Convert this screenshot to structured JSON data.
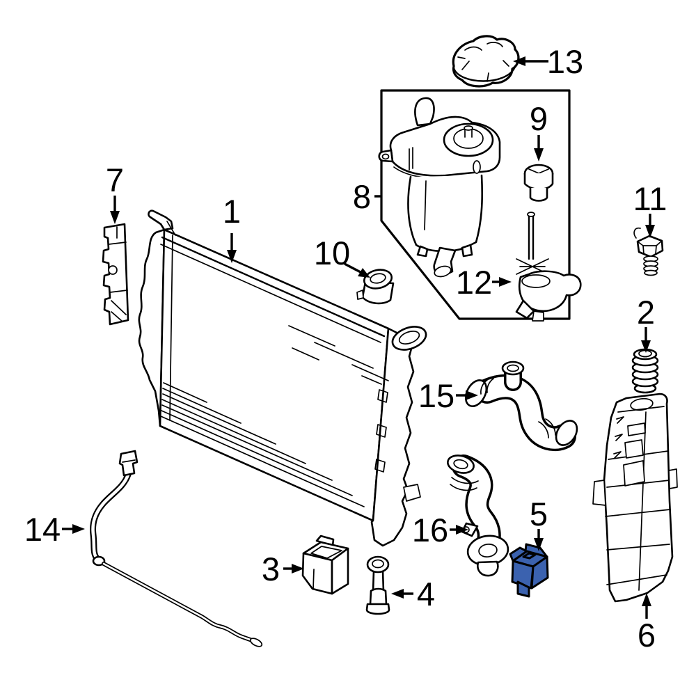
{
  "figure": {
    "kind": "exploded-parts-diagram",
    "background_color": "#ffffff",
    "line_color": "#000000",
    "highlight_color": "#3b62af",
    "highlighted_callout": "5"
  },
  "callouts": {
    "c1": {
      "number": "1"
    },
    "c2": {
      "number": "2"
    },
    "c3": {
      "number": "3"
    },
    "c4": {
      "number": "4"
    },
    "c5": {
      "number": "5",
      "highlighted": true
    },
    "c6": {
      "number": "6"
    },
    "c7": {
      "number": "7"
    },
    "c8": {
      "number": "8"
    },
    "c9": {
      "number": "9"
    },
    "c10": {
      "number": "10"
    },
    "c11": {
      "number": "11"
    },
    "c12": {
      "number": "12"
    },
    "c13": {
      "number": "13"
    },
    "c14": {
      "number": "14"
    },
    "c15": {
      "number": "15"
    },
    "c16": {
      "number": "16"
    }
  }
}
